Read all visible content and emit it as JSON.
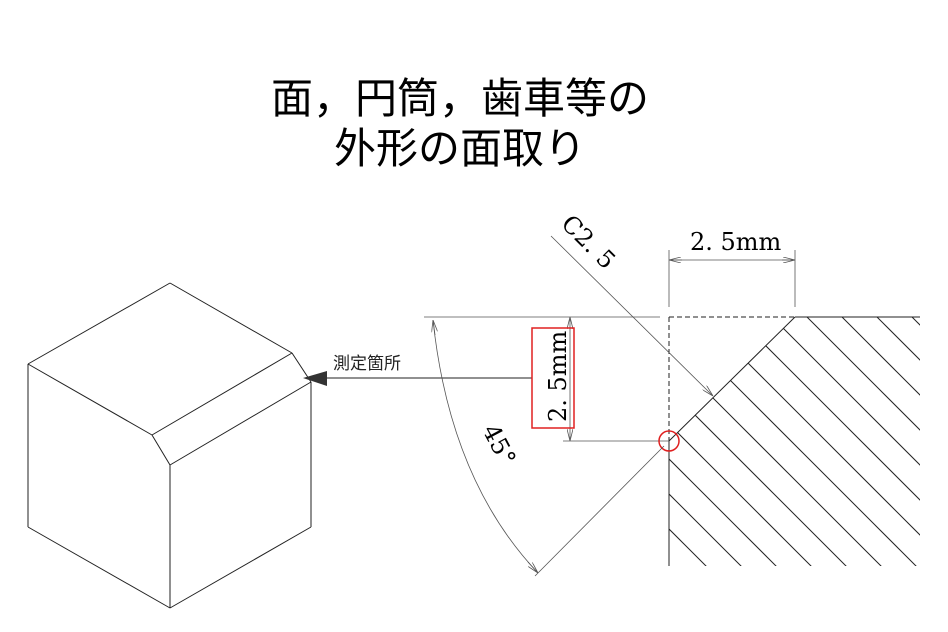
{
  "title": {
    "line1": "面，円筒，歯車等の",
    "line2": "外形の面取り"
  },
  "labels": {
    "measurement_point": "測定箇所",
    "chamfer_callout": "C2. 5",
    "horizontal_dimension": "2. 5mm",
    "vertical_dimension": "2. 5mm",
    "angle": "45°"
  },
  "colors": {
    "highlight": "#e02020",
    "line": "#222222"
  }
}
